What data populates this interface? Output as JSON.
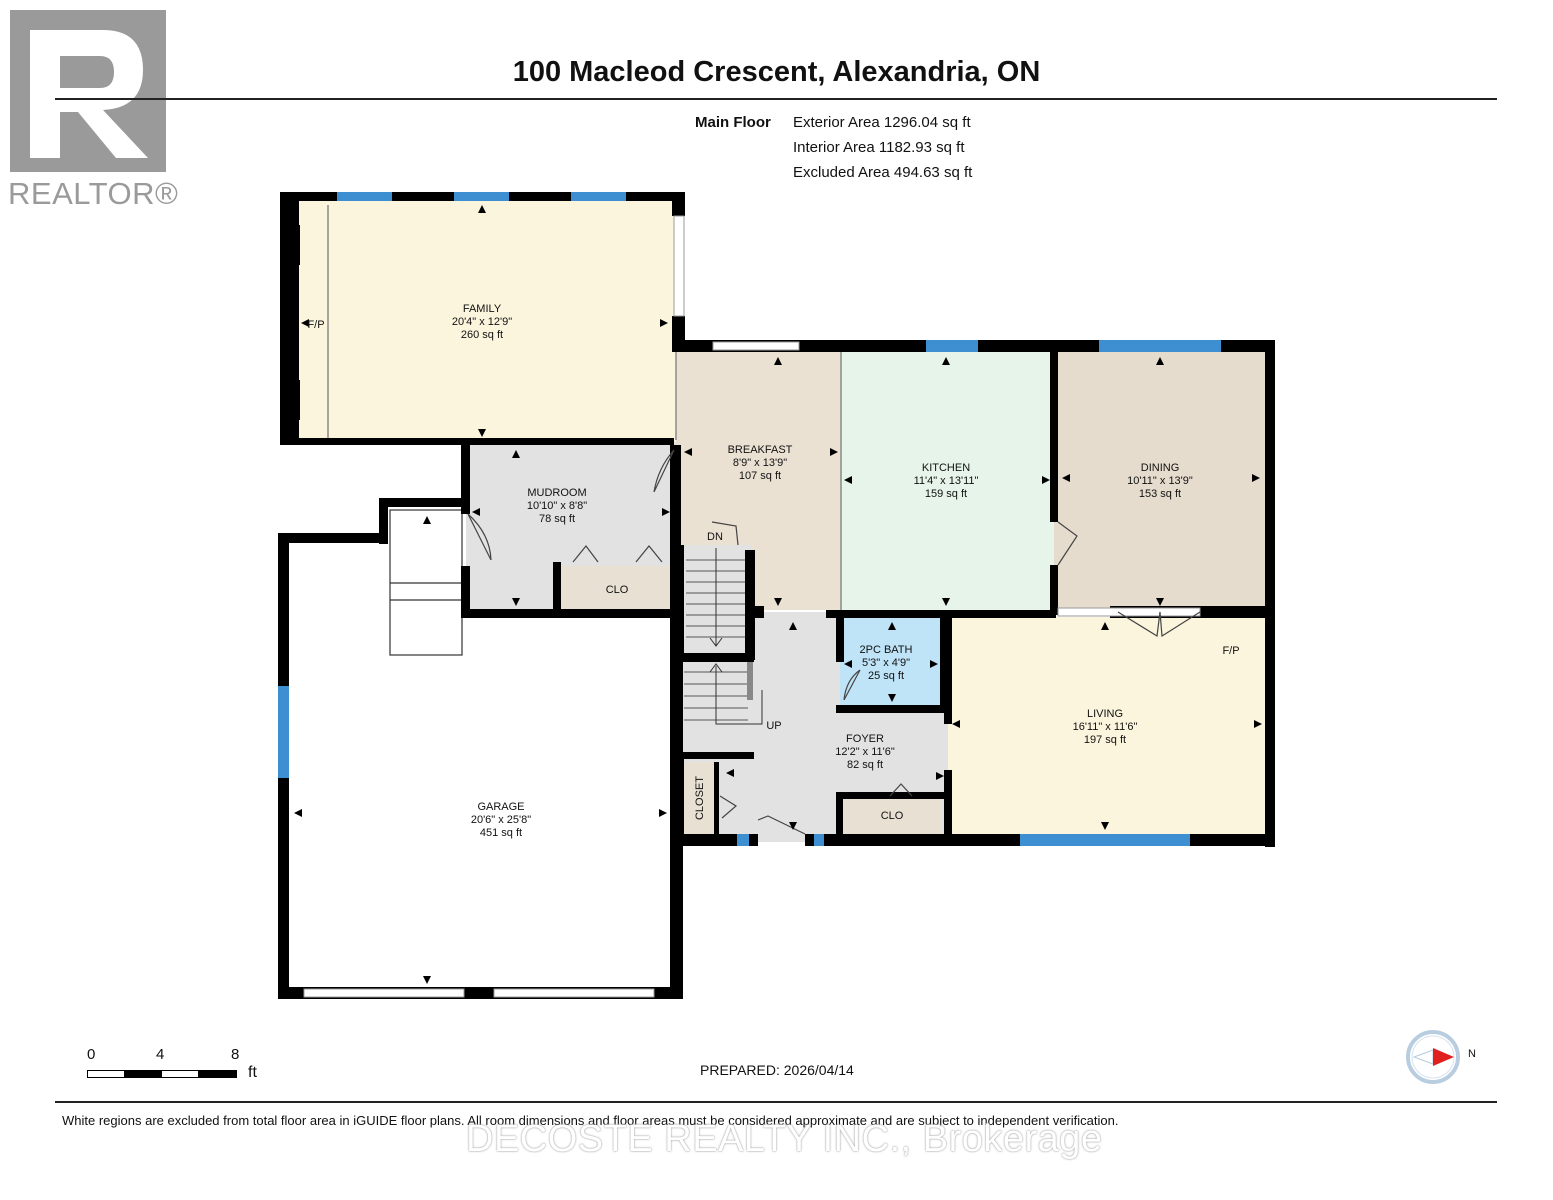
{
  "header": {
    "title": "100 Macleod Crescent, Alexandria, ON",
    "logo_text": "REALTOR®"
  },
  "floor_info": {
    "floor_label": "Main Floor",
    "exterior": "Exterior Area 1296.04 sq ft",
    "interior": "Interior Area 1182.93 sq ft",
    "excluded": "Excluded Area 494.63 sq ft"
  },
  "rooms": {
    "family": {
      "name": "FAMILY",
      "dims": "20'4\" x 12'9\"",
      "area": "260 sq ft"
    },
    "breakfast": {
      "name": "BREAKFAST",
      "dims": "8'9\" x 13'9\"",
      "area": "107 sq ft"
    },
    "kitchen": {
      "name": "KITCHEN",
      "dims": "11'4\" x 13'11\"",
      "area": "159 sq ft"
    },
    "dining": {
      "name": "DINING",
      "dims": "10'11\" x 13'9\"",
      "area": "153 sq ft"
    },
    "mudroom": {
      "name": "MUDROOM",
      "dims": "10'10\" x 8'8\"",
      "area": "78 sq ft"
    },
    "bath": {
      "name": "2PC BATH",
      "dims": "5'3\" x 4'9\"",
      "area": "25 sq ft"
    },
    "living": {
      "name": "LIVING",
      "dims": "16'11\" x 11'6\"",
      "area": "197 sq ft"
    },
    "foyer": {
      "name": "FOYER",
      "dims": "12'2\" x 11'6\"",
      "area": "82 sq ft"
    },
    "garage": {
      "name": "GARAGE",
      "dims": "20'6\" x 25'8\"",
      "area": "451 sq ft"
    }
  },
  "labels": {
    "fp": "F/P",
    "clo": "CLO",
    "closet": "CLOSET",
    "dn": "DN",
    "up": "UP"
  },
  "room_colors": {
    "family": "#fbf5dd",
    "living": "#fbf5dd",
    "breakfast": "#ebe1d3",
    "dining": "#e6dccd",
    "kitchen": "#e7f4ea",
    "bath": "#bfe3f7",
    "grey": "#e2e2e2",
    "closet": "#e8e1d3",
    "window": "#3d8fd1"
  },
  "scale": {
    "ticks": [
      "0",
      "4",
      "8"
    ],
    "unit": "ft"
  },
  "footer": {
    "prepared": "PREPARED: 2026/04/14",
    "disclaimer": "White regions are excluded from total floor area in iGUIDE floor plans. All room dimensions and floor areas must be considered approximate and are subject to independent verification.",
    "watermark": "DECOSTE REALTY INC., Brokerage",
    "compass_label": "N"
  }
}
